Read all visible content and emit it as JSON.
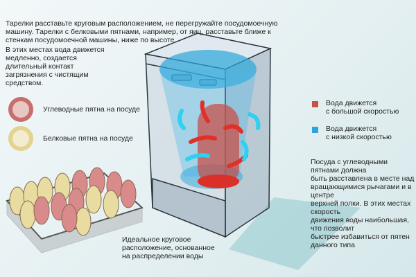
{
  "intro_text": "Тарелки расставьте круговым расположением, не перегружайте посудомоечную машину. Тарелки с белковыми пятнами, например, от яиц, расставьте ближе к стенкам посудомоечной машины, ниже по высоте.",
  "slow_note": "В этих местах вода движется медленно, создается длительный контакт загрязнения с чистящим средством.",
  "stain_legend": [
    {
      "label": "Углеводные пятна на посуде",
      "color": "#d98a8a"
    },
    {
      "label": "Белковые пятна на посуде",
      "color": "#e8dca0"
    }
  ],
  "water_legend": [
    {
      "label_line1": "Вода движется",
      "label_line2": "с большой скоростью",
      "color": "#c8504a"
    },
    {
      "label_line1": "Вода движется",
      "label_line2": "с низкой скоростью",
      "color": "#2ba6dc"
    }
  ],
  "carb_note": [
    "Посуда с углеводными",
    "пятнами должна",
    "быть расставлена в месте над",
    "вращающимися рычагами и в",
    "центре",
    "верхней полки. В этих местах",
    "скорость",
    "движения воды наибольшая,",
    "что позволит",
    "быстрее избавиться от пятен",
    "данного типа"
  ],
  "rack_caption": [
    "Идеальное круговое",
    "расположение, основанное",
    "на распределении воды"
  ]
}
